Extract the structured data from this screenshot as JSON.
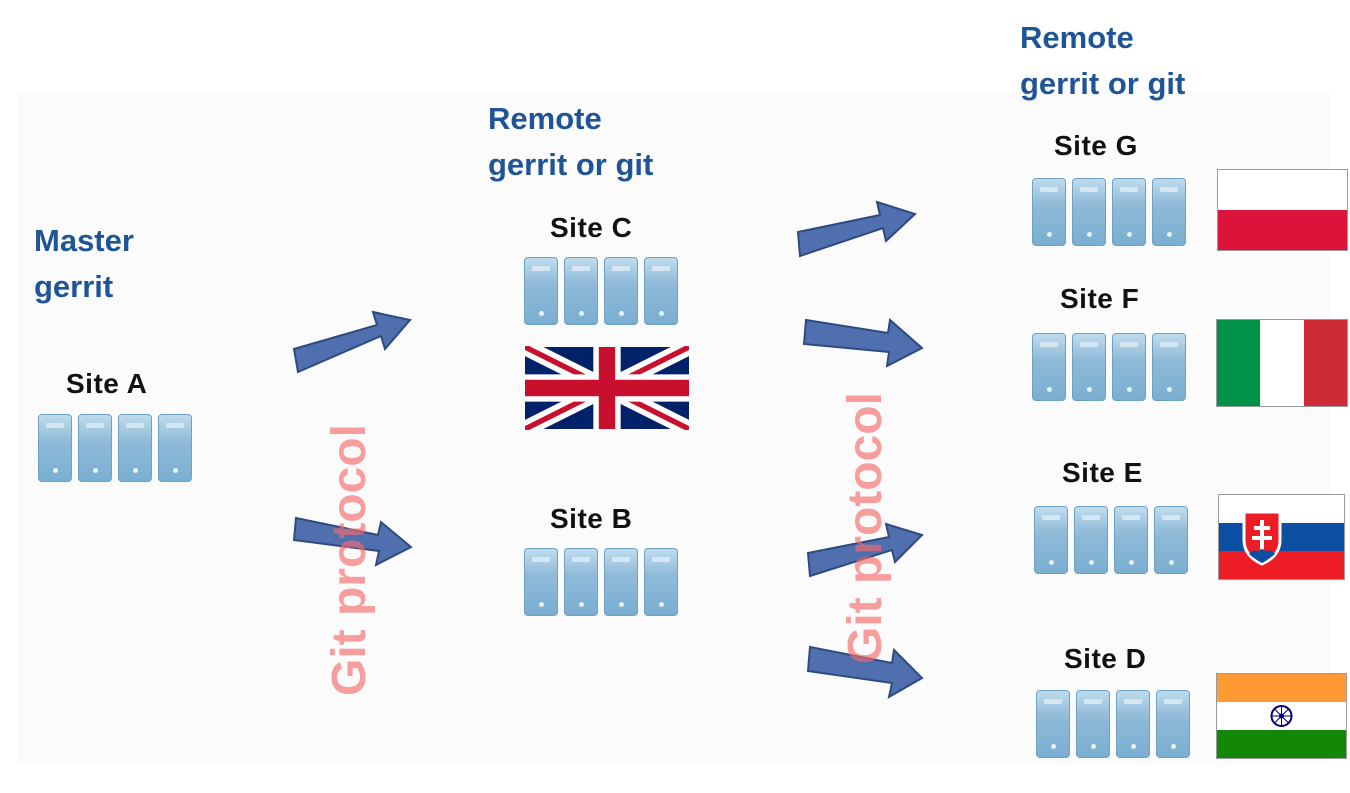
{
  "headings": {
    "master": [
      "Master",
      "gerrit"
    ],
    "remote_mid": [
      "Remote",
      "gerrit or git"
    ],
    "remote_right": [
      "Remote",
      "gerrit or git"
    ]
  },
  "protocol_label": "Git protocol",
  "sites": {
    "a": "Site A",
    "b": "Site B",
    "c": "Site C",
    "d": "Site D",
    "e": "Site E",
    "f": "Site F",
    "g": "Site G"
  },
  "flags": {
    "site_c": "uk-flag-icon",
    "site_g": "poland-flag-icon",
    "site_f": "italy-flag-icon",
    "site_e": "slovakia-flag-icon",
    "site_d": "india-flag-icon"
  },
  "colors": {
    "heading": "#1f5596",
    "arrow_fill": "#4f6fae",
    "arrow_stroke": "#2e4a80",
    "protocol_text": "#f46a6a",
    "server": "#8fbad8"
  }
}
